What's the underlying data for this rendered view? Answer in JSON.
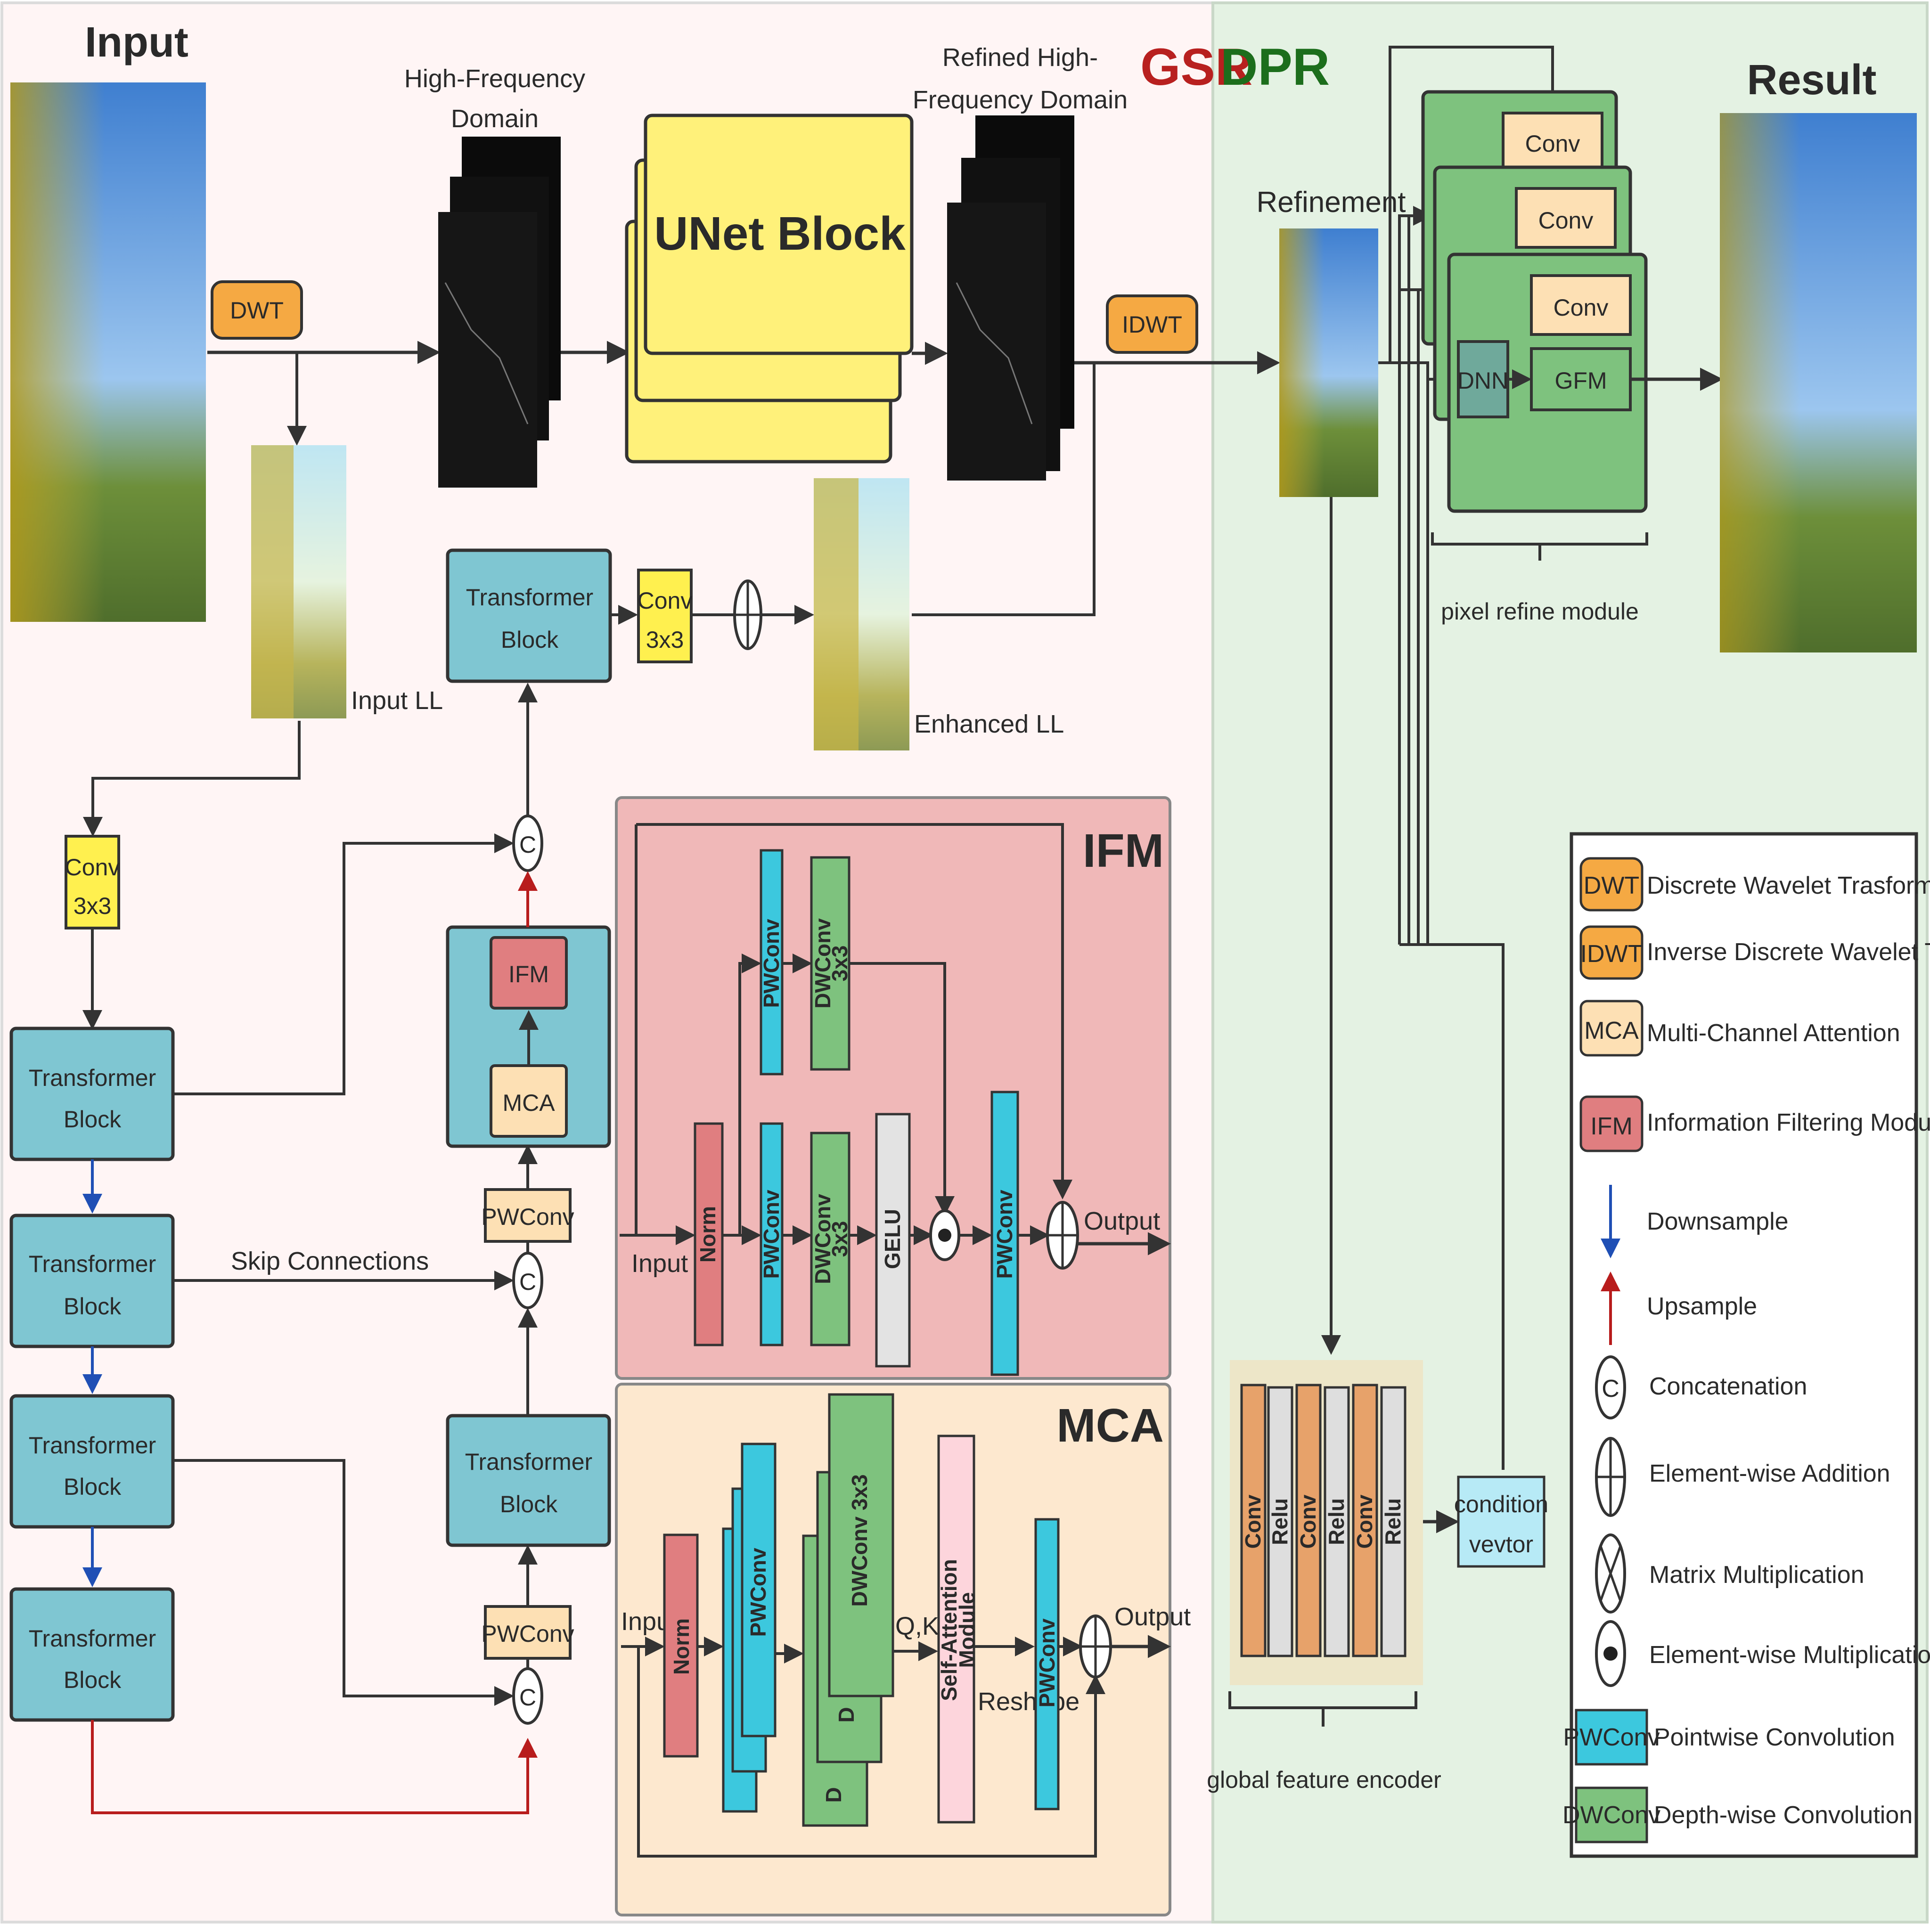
{
  "sections": {
    "gsr": "GSR",
    "dpr": "DPR",
    "ifm": "IFM",
    "mca": "MCA"
  },
  "labels": {
    "input": "Input",
    "result": "Result",
    "high_freq": [
      "High-Frequency",
      "Domain"
    ],
    "refined_high_freq": [
      "Refined High-",
      "Frequency Domain"
    ],
    "refinement": "Refinement",
    "input_ll": "Input LL",
    "enhanced_ll": "Enhanced LL",
    "skip_connections": "Skip Connections",
    "pixel_refine_module": "pixel refine module",
    "global_feature_encoder": "global feature encoder"
  },
  "blocks": {
    "dwt": "DWT",
    "idwt": "IDWT",
    "unet": "UNet Block",
    "transformer": [
      "Transformer",
      "Block"
    ],
    "conv3x3": [
      "Conv",
      "3x3"
    ],
    "ifm": "IFM",
    "mca": "MCA",
    "pwconv": "PWConv",
    "conv": "Conv",
    "dnn": "DNN",
    "gfm": "GFM",
    "relu": "Relu",
    "condition": [
      "condition",
      "vevtor"
    ],
    "concat": "C"
  },
  "ifm_detail": {
    "input": "Input",
    "output": "Output",
    "norm": "Norm",
    "pwconv": "PWConv",
    "dwconv": "DWConv",
    "dwconv_k": "3x3",
    "gelu": "GELU"
  },
  "mca_detail": {
    "input": "Input",
    "output": "Output",
    "norm": "Norm",
    "pwconv": "PWConv",
    "dwconv3x3": "DWConv 3x3",
    "d": "D",
    "qkv": "Q,K,V",
    "attention": [
      "Self-Attention",
      "Module"
    ],
    "reshape": "Reshape"
  },
  "legend": [
    {
      "abbr": "DWT",
      "text": "Discrete Wavelet Trasformation",
      "color": "#f5a943"
    },
    {
      "abbr": "IDWT",
      "text": "Inverse Discrete Wavelet Trasformation",
      "color": "#f5a943"
    },
    {
      "abbr": "MCA",
      "text": "Multi-Channel Attention",
      "color": "#fde0b4"
    },
    {
      "abbr": "IFM",
      "text": "Information Filtering Module",
      "color": "#e07e80"
    },
    {
      "symbol": "downsample",
      "text": "Downsample"
    },
    {
      "symbol": "upsample",
      "text": "Upsample"
    },
    {
      "symbol": "concat",
      "text": "Concatenation"
    },
    {
      "symbol": "add",
      "text": "Element-wise Addition"
    },
    {
      "symbol": "matmul",
      "text": "Matrix Multiplication"
    },
    {
      "symbol": "mul",
      "text": "Element-wise Multiplication"
    },
    {
      "abbr": "PWConv",
      "text": "Pointwise Convolution",
      "color": "#3cc8de"
    },
    {
      "abbr": "DWConv",
      "text": "Depth-wise Convolution",
      "color": "#7ec27e"
    }
  ],
  "colors": {
    "gsr_bg": "#fff5f5",
    "dpr_bg": "#e4f2e3",
    "transformer": "#7fc6d2",
    "unet": "#fff17a",
    "conv_yellow": "#fff04f",
    "orange": "#f5a943",
    "peach": "#fde0b4",
    "ifm_bg": "#f0b8b8",
    "mca_bg": "#fde8cf",
    "green": "#7ec27e",
    "cyan": "#3cc8de",
    "red_block": "#e07e80",
    "gelu": "#e3e3e3",
    "attention": "#fdd5dc",
    "encoder_bg": "#ede6c8",
    "conv_enc": "#e7a26a",
    "relu": "#dedede",
    "condition": "#b7eaf6",
    "gsr_text": "#b8201f",
    "dpr_text": "#1c6e1c",
    "down": "#1f4fb5",
    "up": "#b81c1c"
  }
}
